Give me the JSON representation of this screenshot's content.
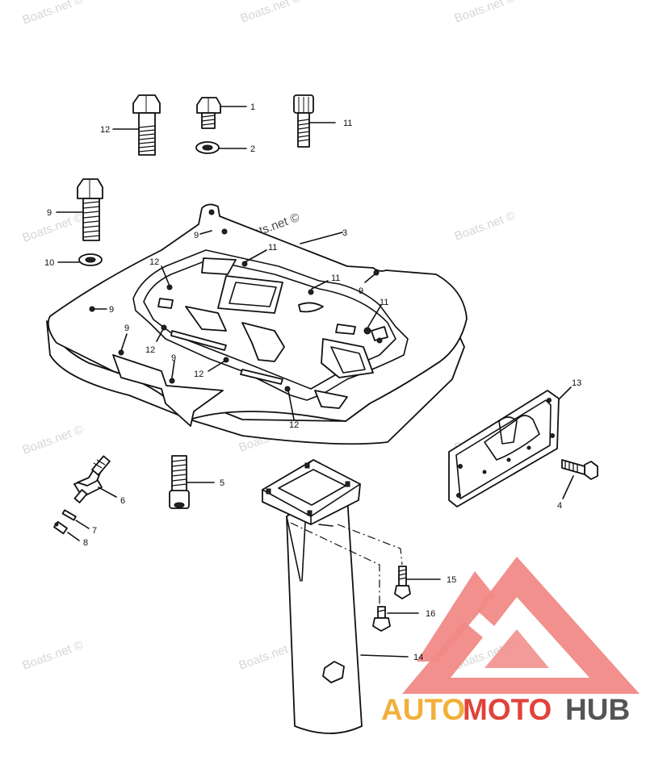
{
  "watermarks": [
    "Boats.net ©",
    "Boats.net ©",
    "Boats.net ©",
    "Boats.net ©",
    "Boats.net ©",
    "Boats.net ©",
    "Boats.net ©",
    "Boats.net ©",
    "Boats.net ©",
    "Boats.net ©",
    "Boats.net ©",
    "Boats.net ©"
  ],
  "callouts": {
    "c1": "1",
    "c2": "2",
    "c3": "3",
    "c4": "4",
    "c5": "5",
    "c6": "6",
    "c7": "7",
    "c8": "8",
    "c9a": "9",
    "c9b": "9",
    "c9c": "9",
    "c9d": "9",
    "c9e": "9",
    "c9f": "9",
    "c10": "10",
    "c11a": "11",
    "c11b": "11",
    "c11c": "11",
    "c11d": "11",
    "c12a": "12",
    "c12b": "12",
    "c12c": "12",
    "c12d": "12",
    "c12e": "12",
    "c13": "13",
    "c14": "14",
    "c15": "15",
    "c16": "16"
  },
  "logo": {
    "text_part1": "AUTO",
    "text_part2": "MOTO",
    "text_part3": "HUB",
    "colors": {
      "orange": "#f2b03a",
      "red": "#e0433b",
      "gray": "#555555",
      "triangle": "#f08a86"
    }
  }
}
